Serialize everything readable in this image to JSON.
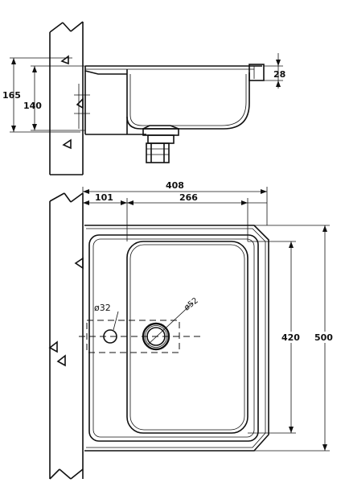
{
  "side_view": {
    "dimensions": {
      "overall_height": "165",
      "bowl_height": "140",
      "rim_height": "28"
    }
  },
  "top_view": {
    "dimensions": {
      "overall_width": "408",
      "left_offset": "101",
      "bowl_width": "266",
      "bowl_depth": "420",
      "overall_depth": "500",
      "tap_hole_diameter": "ø32",
      "drain_diameter": "ø52"
    }
  }
}
